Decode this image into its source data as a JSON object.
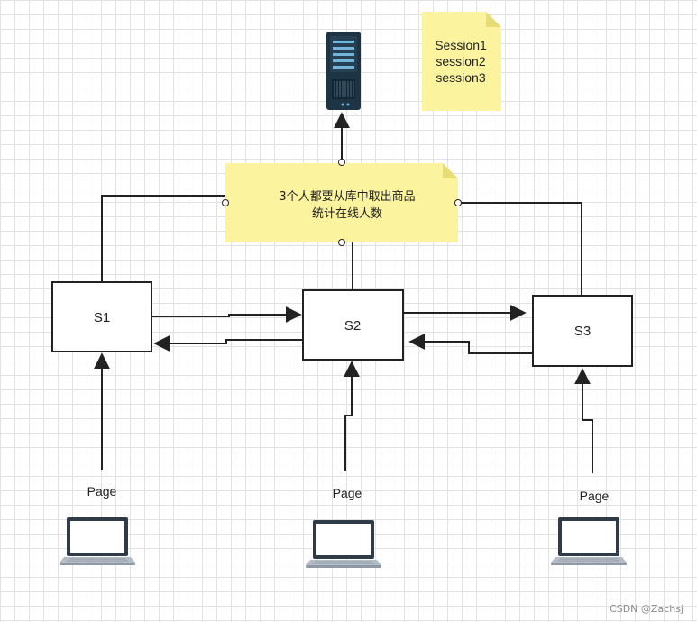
{
  "note": {
    "line1": "3个人都要从库中取出商品",
    "line2": "统计在线人数"
  },
  "sessions": [
    "Session1",
    "session2",
    "session3"
  ],
  "servers": [
    {
      "label": "S1"
    },
    {
      "label": "S2"
    },
    {
      "label": "S3"
    }
  ],
  "pages": [
    "Page",
    "Page",
    "Page"
  ],
  "watermark": "CSDN @Zachsj",
  "colors": {
    "note_fill": "#fbf39d",
    "sticky_fill": "#fbf39d",
    "server_dark": "#1d3444",
    "line": "#222222"
  },
  "icons": [
    "database-server-icon",
    "laptop-icon"
  ]
}
